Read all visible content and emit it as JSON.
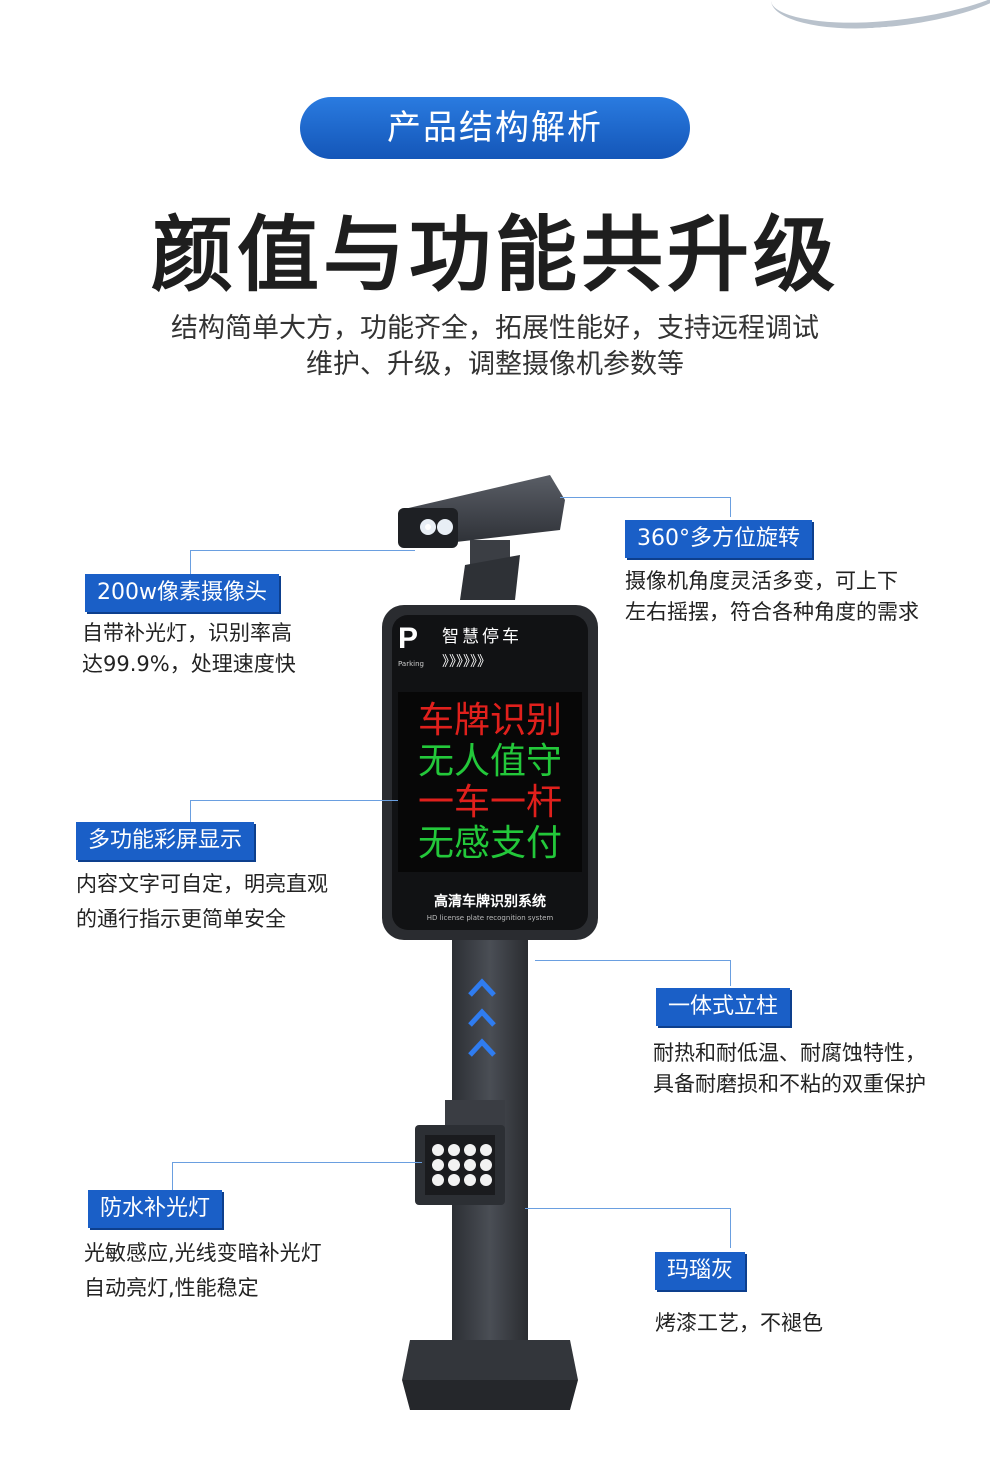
{
  "header": {
    "badge": "产品结构解析",
    "headline": "颜值与功能共升级",
    "sub_line1": "结构简单大方，功能齐全，拓展性能好，支持远程调试",
    "sub_line2": "维护、升级，调整摄像机参数等"
  },
  "product": {
    "brand_title": "智慧停车",
    "brand_letter": "P",
    "brand_small": "Parking",
    "arrows": "》》》》》》",
    "screen_lines": [
      "车牌识别",
      "无人值守",
      "一车一杆",
      "无感支付"
    ],
    "screen_colors": [
      "#e0201c",
      "#23c83a",
      "#e0201c",
      "#23c83a"
    ],
    "footer_cn": "高清车牌识别系统",
    "footer_en": "HD license plate recognition system"
  },
  "features": [
    {
      "label": "200w像素摄像头",
      "desc1": "自带补光灯，识别率高",
      "desc2": "达99.9%，处理速度快"
    },
    {
      "label": "360°多方位旋转",
      "desc1": "摄像机角度灵活多变，可上下",
      "desc2": "左右摇摆，符合各种角度的需求"
    },
    {
      "label": "多功能彩屏显示",
      "desc1": "内容文字可自定，明亮直观",
      "desc2": "的通行指示更简单安全"
    },
    {
      "label": "一体式立柱",
      "desc1": "耐热和耐低温、耐腐蚀特性，",
      "desc2": "具备耐磨损和不粘的双重保护"
    },
    {
      "label": "防水补光灯",
      "desc1": "光敏感应,光线变暗补光灯",
      "desc2": "自动亮灯,性能稳定"
    },
    {
      "label": "玛瑙灰",
      "desc1": "烤漆工艺，不褪色",
      "desc2": ""
    }
  ],
  "colors": {
    "accent": "#1a5fc7",
    "pole": "#3d4046"
  }
}
